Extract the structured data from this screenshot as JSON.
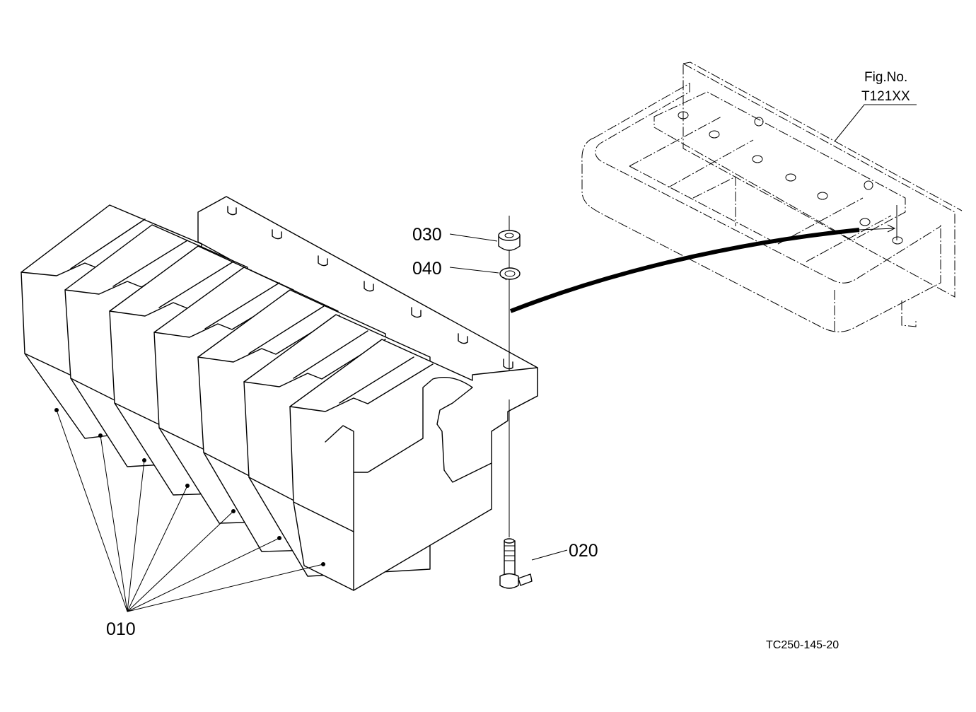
{
  "figure": {
    "ref_label_line1": "Fig.No.",
    "ref_label_line2": "T121XX",
    "drawing_code": "TC250-145-20"
  },
  "callouts": {
    "c030": "030",
    "c040": "040",
    "c020": "020",
    "c010": "010"
  }
}
